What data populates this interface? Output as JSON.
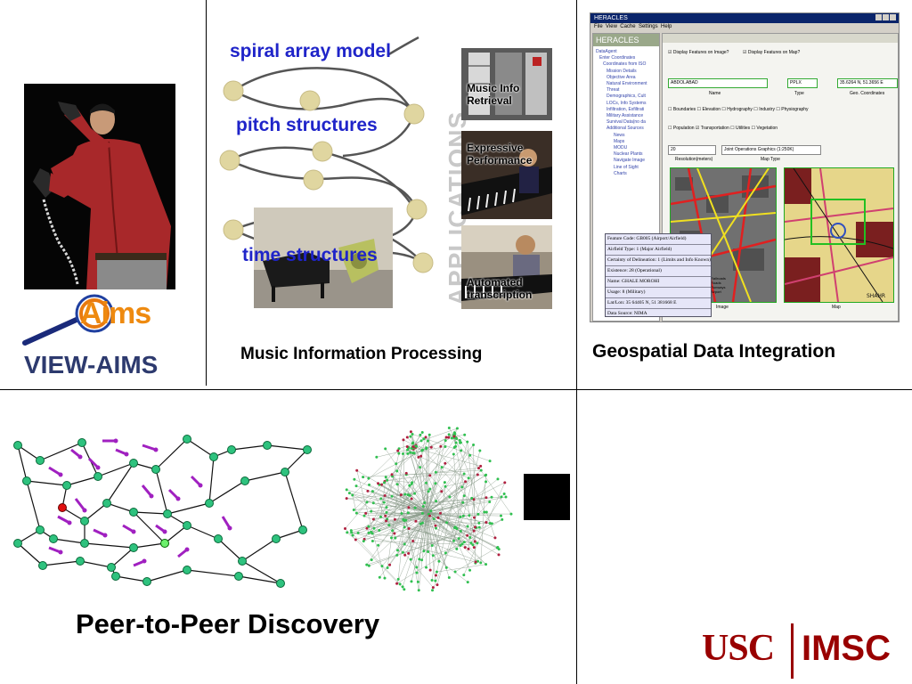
{
  "sections": {
    "music": {
      "caption": "Music Information Processing",
      "labels": {
        "spiral": "spiral array model",
        "pitch": "pitch structures",
        "time": "time structures"
      },
      "applications_label": "APPLICATIONS",
      "apps": [
        "Music Info Retrieval",
        "Expressive Performance",
        "Automated transcription"
      ]
    },
    "aims": {
      "logo_text": "Aims",
      "title": "VIEW-AIMS"
    },
    "geo": {
      "caption": "Geospatial Data Integration",
      "window": {
        "title": "HERACLES",
        "menu": [
          "File",
          "View",
          "Cache",
          "Settings",
          "Help"
        ],
        "app_name": "HERACLES",
        "tree_items": [
          "DataAgent",
          "Enter Coordinates",
          "Coordinates from ISO",
          "Mission Details",
          "Objective Area",
          "Natural Environment",
          "Threat",
          "Demographics, Cult",
          "LOCs, Info Systems",
          "Infiltration, Exfiltrati",
          "Military Assistance",
          "Survival Data(no da",
          "Additional Sources",
          "News",
          "Maps",
          "MODU",
          "Nuclear Plants",
          "Navigate Image",
          "Line of Sight",
          "Charts"
        ],
        "checks": {
          "display_image": "Display Features on Image?",
          "display_map": "Display Features on Map?"
        },
        "fields": {
          "name": "ABDOLABAD",
          "type": "PPLX",
          "coords": "35.6264 N, 51.3656 E"
        },
        "field_labels": {
          "name": "Name",
          "type": "Type",
          "coords": "Geo. Coordinates"
        },
        "layers1": [
          "Boundaries",
          "Elevation",
          "Hydrography",
          "Industry",
          "Physiography"
        ],
        "layers2": [
          "Population",
          "Transportation",
          "Utilities",
          "Vegetation"
        ],
        "resolution": "20",
        "map_type": "Joint Operations Graphics (1:250K)",
        "res_label": "Resolution(meters)",
        "maptype_label": "Map Type",
        "image_label": "Image",
        "map_label": "Map",
        "legend": [
          "Railroads",
          "Roads",
          "Runways",
          "Airport"
        ],
        "map_town": "SHAHR"
      },
      "infobox": [
        "Feature Code: GB005 (Airport/Airfield)",
        "Airfield Type: 1 (Major Airfield)",
        "Certainty of Delineation: 1 (Limits and Info Known)",
        "Existence: 28 (Operational)",
        "Name: GHALE MOROHI",
        "Usage: 8 (Military)",
        "Lat/Lon: 35 64405 N, 51 381668 E",
        "Data Source: NIMA"
      ]
    },
    "p2p": {
      "caption": "Peer-to-Peer Discovery"
    },
    "logo": {
      "usc": "USC",
      "imsc": "IMSC"
    }
  },
  "colors": {
    "blue_label": "#1f24c9",
    "usc_red": "#990000",
    "node_green": "#2ec27e",
    "arrow_purple": "#a020c0"
  }
}
